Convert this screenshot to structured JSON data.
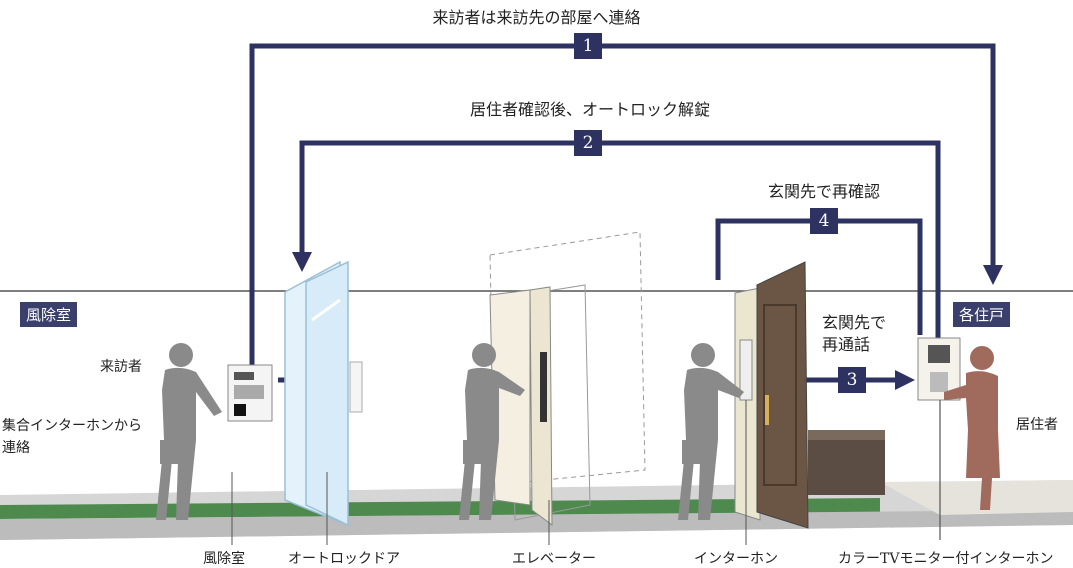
{
  "steps": [
    {
      "number": "1",
      "caption": "来訪者は来訪先の部屋へ連絡"
    },
    {
      "number": "2",
      "caption": "居住者確認後、オートロック解錠"
    },
    {
      "number": "3",
      "caption": "玄関先で\n再通話"
    },
    {
      "number": "4",
      "caption": "玄関先で再確認"
    }
  ],
  "areas": {
    "left": "風除室",
    "right": "各住戸"
  },
  "labels": {
    "visitor": "来訪者",
    "intercom_note_line1": "集合インターホンから",
    "intercom_note_line2": "連絡",
    "resident": "居住者"
  },
  "bottom_labels": {
    "vestibule": "風除室",
    "autolock_door": "オートロックドア",
    "elevator": "エレベーター",
    "intercom": "インターホン",
    "color_tv_intercom": "カラーTVモニター付インターホン"
  },
  "colors": {
    "arrow": "#2e3261",
    "tag": "#3a3f6b",
    "figure": "#8a8a8a",
    "resident": "#a06a5c",
    "floor_green": "#4e8a4e"
  }
}
